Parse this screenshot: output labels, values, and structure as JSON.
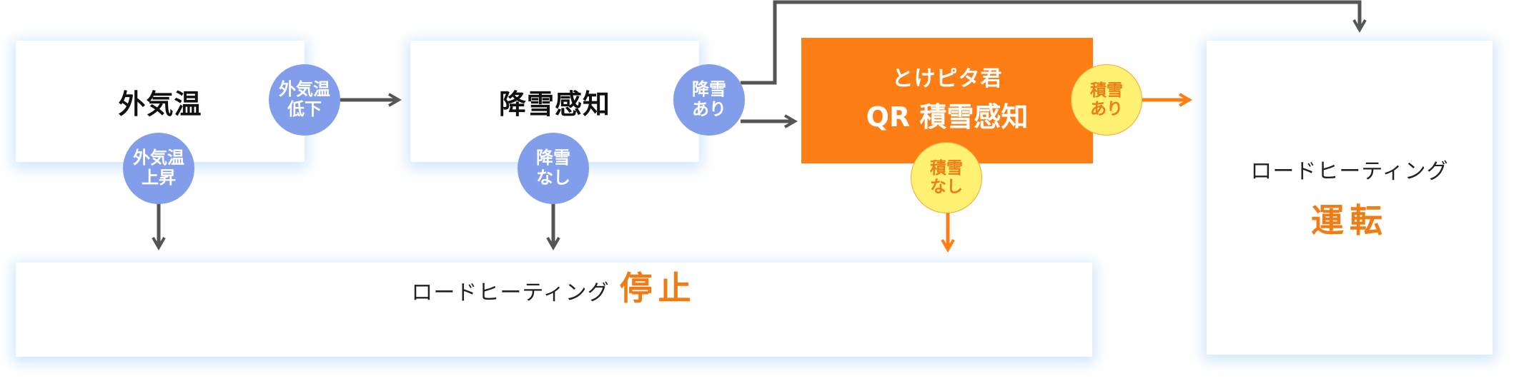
{
  "nodes": {
    "outside_temp": "外気温",
    "snow_detect": "降雪感知",
    "brand_logo": "とけピタ君",
    "brand_sub": "QR 積雪感知"
  },
  "badges": {
    "temp_down": [
      "外気温",
      "低下"
    ],
    "temp_up": [
      "外気温",
      "上昇"
    ],
    "snow_yes": [
      "降雪",
      "あり"
    ],
    "snow_no": [
      "降雪",
      "なし"
    ],
    "accum_yes": [
      "積雪",
      "あり"
    ],
    "accum_no": [
      "積雪",
      "なし"
    ]
  },
  "results": {
    "stop_label": "ロードヒーティング",
    "stop_state": "停止",
    "run_label": "ロードヒーティング",
    "run_state": "運転"
  },
  "colors": {
    "orange": "#fd7e14",
    "blue_badge": "#829eea",
    "yellow_badge": "#fff171",
    "arrow_gray": "#555555"
  }
}
